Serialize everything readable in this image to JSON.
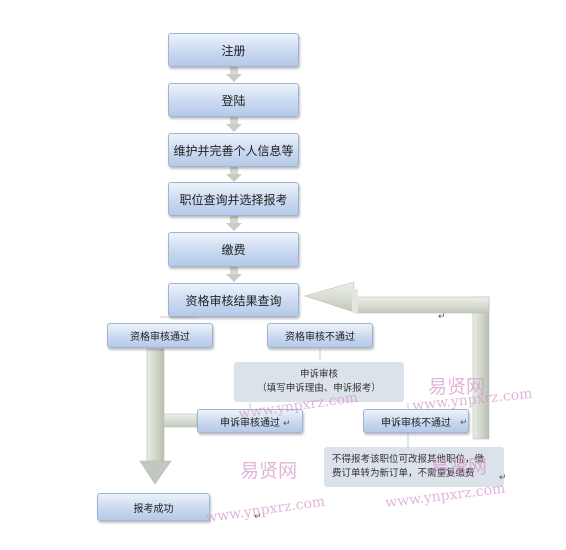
{
  "steps": {
    "register": "注册",
    "login": "登陆",
    "complete_info": "维护并完善个人信息等",
    "select_position": "职位查询并选择报考",
    "payment": "缴费",
    "review_query": "资格审核结果查询",
    "review_pass": "资格审核通过",
    "review_fail": "资格审核不通过",
    "appeal_pass": "申诉审核通过",
    "appeal_fail": "申诉审核不通过",
    "success": "报考成功"
  },
  "appeal_note": {
    "line1": "申诉审核",
    "line2": "（填写申诉理由、申诉报考）"
  },
  "fail_note": {
    "line1": "不得报考该职位可改报其他职位，缴",
    "line2": "费订单转为新订单，不需重复缴费"
  },
  "paragraph_mark": "↵",
  "watermarks": {
    "cn": "易贤网",
    "url": "www.ynpxrz.com"
  }
}
